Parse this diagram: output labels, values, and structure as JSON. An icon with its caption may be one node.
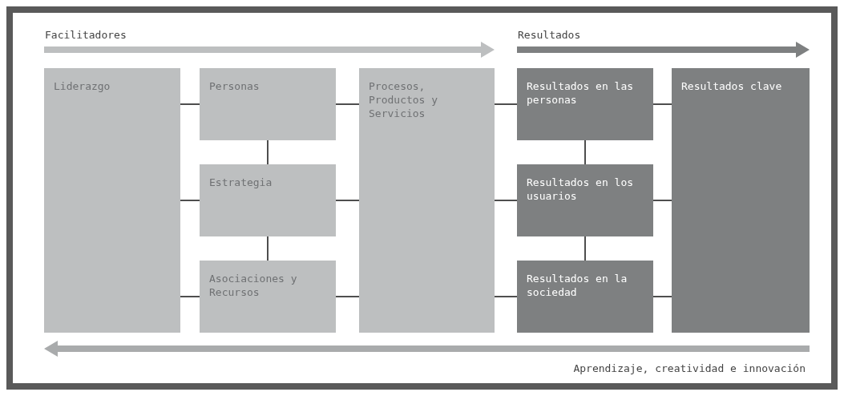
{
  "diagram": {
    "nodes": [
      {
        "text": [
          "Liderazgo"
        ]
      },
      {
        "text": [
          "Personas"
        ]
      },
      {
        "text": [
          "Estrategia"
        ]
      },
      {
        "text": [
          "Asociaciones y Recursos"
        ]
      },
      {
        "text": [
          "Procesos, Productos y Servicios"
        ]
      },
      {
        "text": [
          "Resultados en las personas"
        ]
      },
      {
        "text": [
          "Resultados en los usuarios"
        ]
      },
      {
        "text": [
          "Resultados en la sociedad"
        ]
      },
      {
        "text": [
          "Resultados clave"
        ]
      }
    ],
    "edges": [
      {
        "from": 0,
        "to": 1,
        "arrow": "none"
      },
      {
        "from": 0,
        "to": 2,
        "arrow": "none"
      },
      {
        "from": 0,
        "to": 3,
        "arrow": "none"
      },
      {
        "from": 1,
        "to": 2,
        "arrow": "none"
      },
      {
        "from": 2,
        "to": 3,
        "arrow": "none"
      },
      {
        "from": 1,
        "to": 4,
        "arrow": "none"
      },
      {
        "from": 2,
        "to": 4,
        "arrow": "none"
      },
      {
        "from": 3,
        "to": 4,
        "arrow": "none"
      },
      {
        "from": 4,
        "to": 5,
        "arrow": "none"
      },
      {
        "from": 4,
        "to": 6,
        "arrow": "none"
      },
      {
        "from": 4,
        "to": 7,
        "arrow": "none"
      },
      {
        "from": 5,
        "to": 6,
        "arrow": "none"
      },
      {
        "from": 6,
        "to": 7,
        "arrow": "none"
      },
      {
        "from": 5,
        "to": 8,
        "arrow": "none"
      },
      {
        "from": 6,
        "to": 8,
        "arrow": "none"
      },
      {
        "from": 7,
        "to": 8,
        "arrow": "none"
      }
    ],
    "labels": [
      "Facilitadores",
      "Resultados",
      "Aprendizaje, creatividad e innovación"
    ]
  }
}
